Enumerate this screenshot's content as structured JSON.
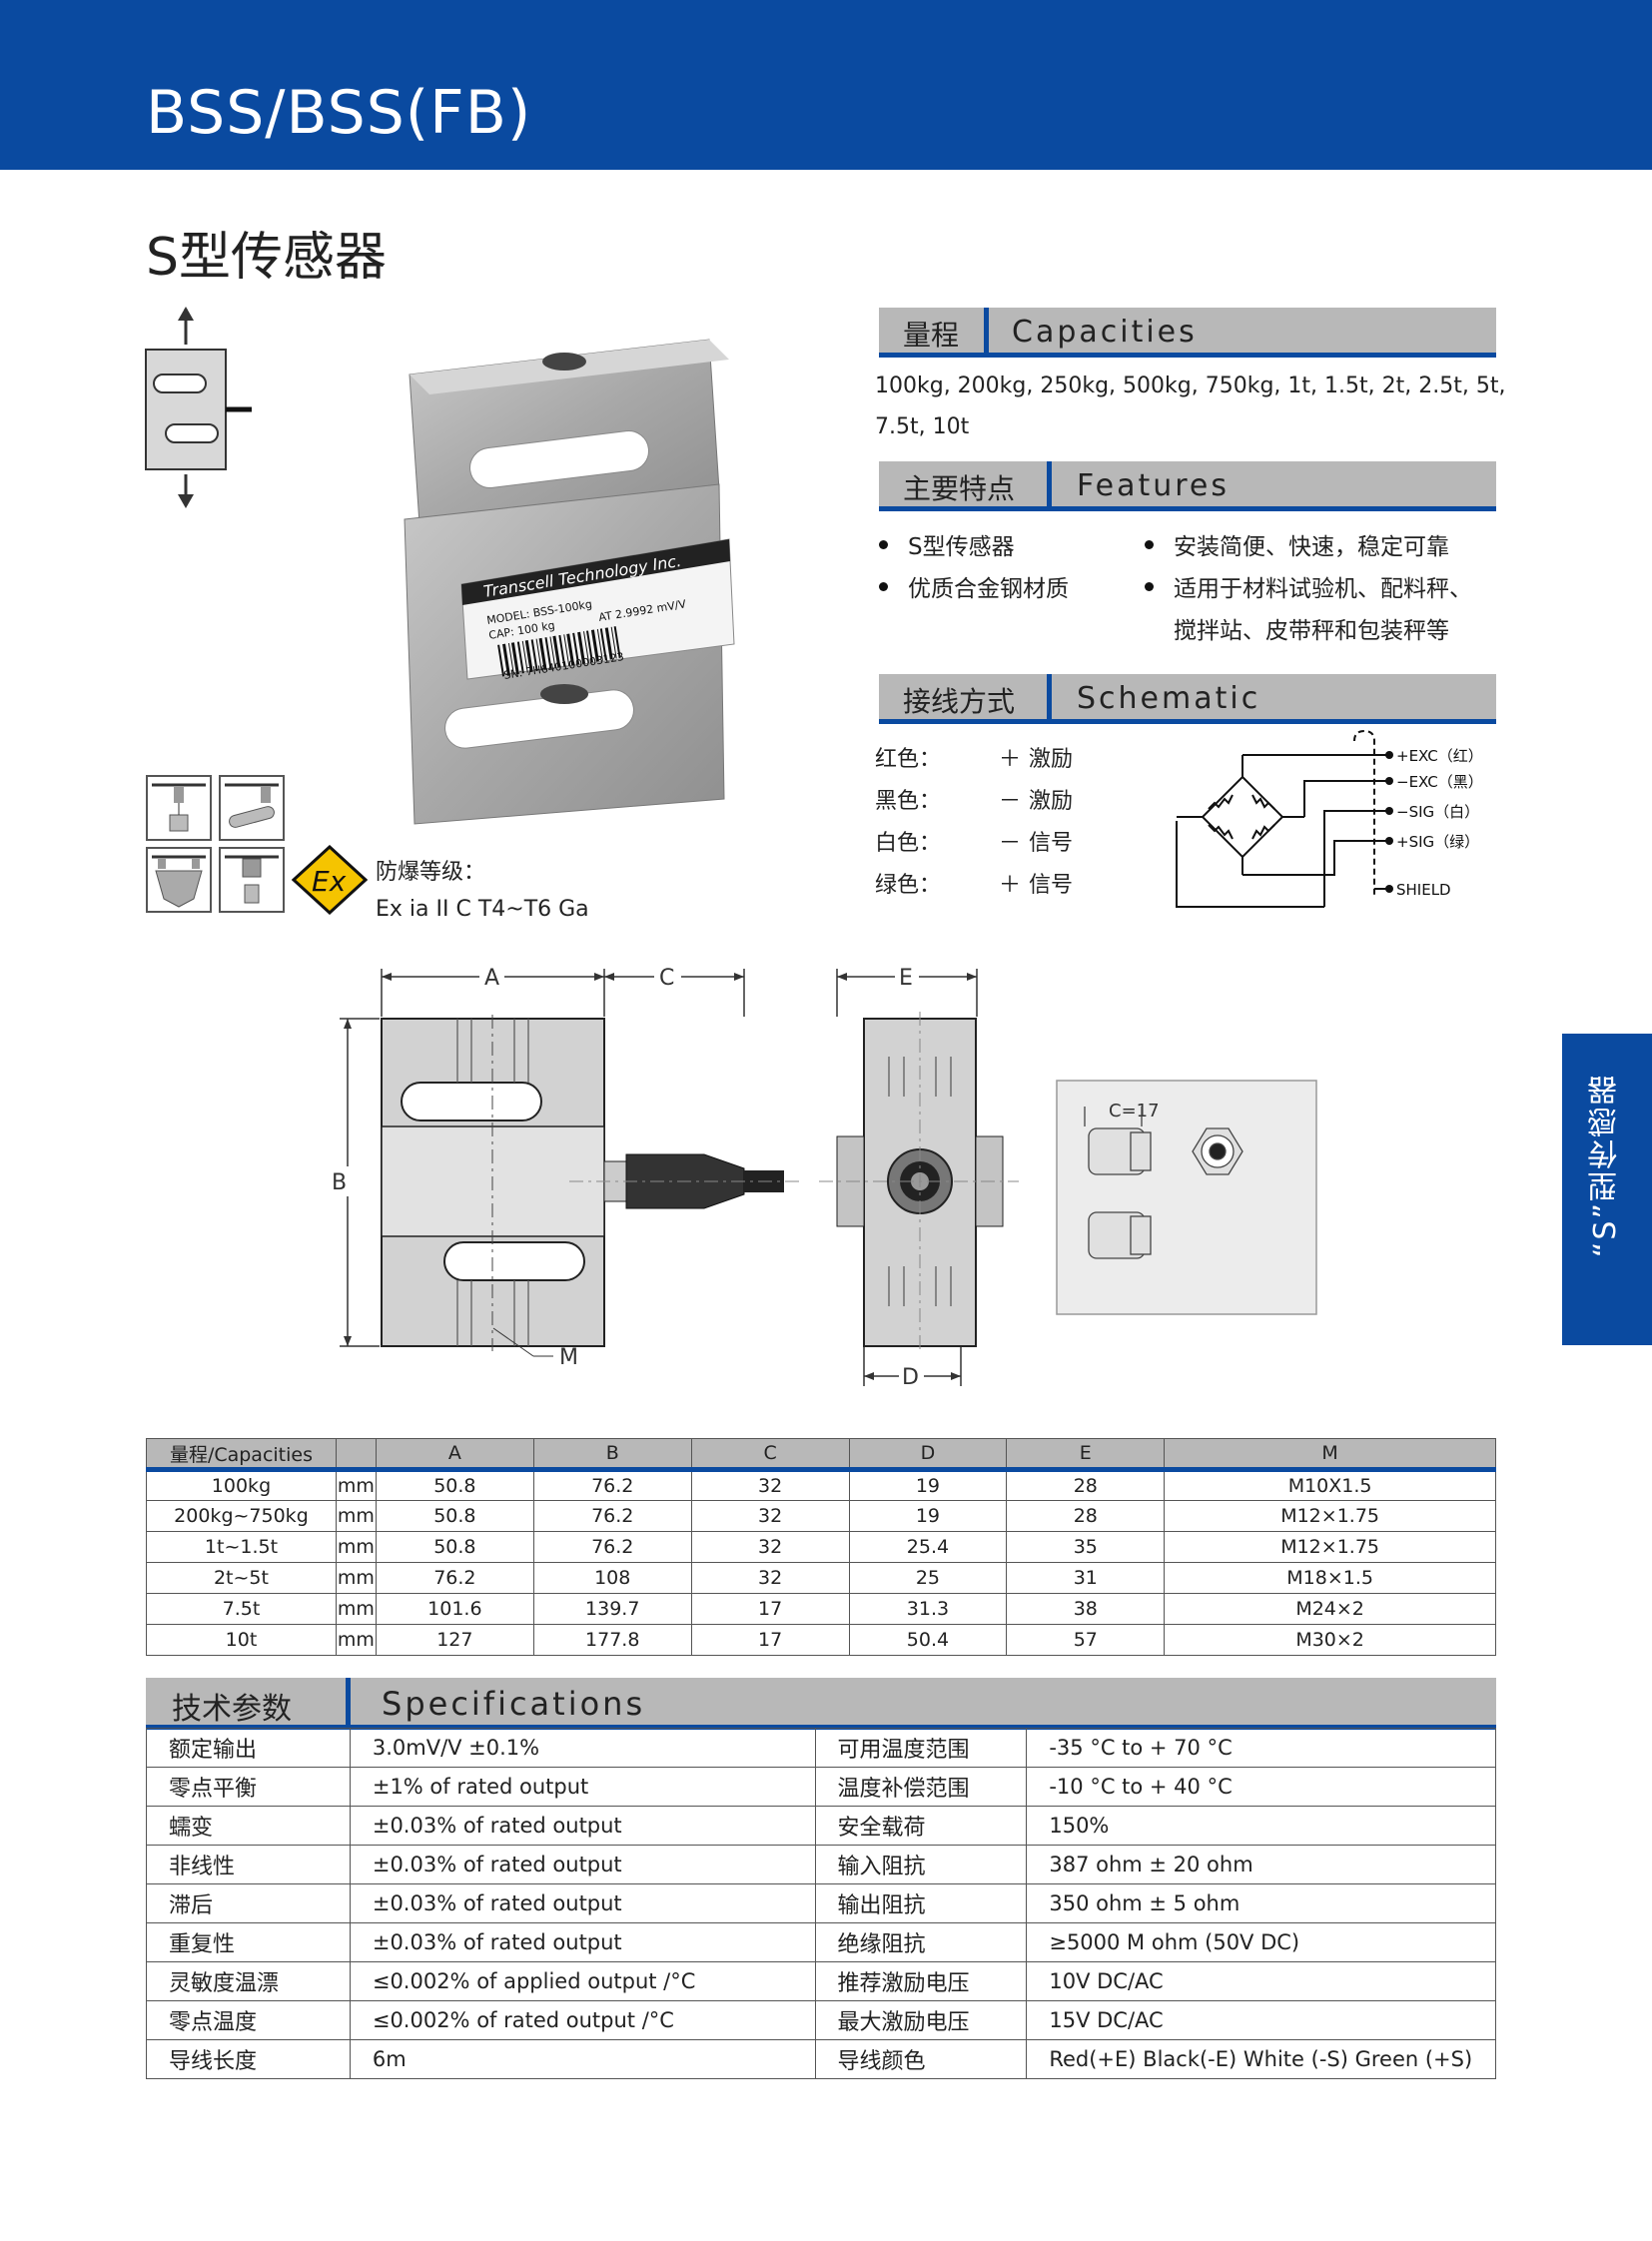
{
  "header": {
    "title": "BSS/BSS(FB)",
    "subtitle": "S型传感器"
  },
  "side_tab": {
    "label": "“S”型传感器"
  },
  "capacities": {
    "zh": "量程",
    "en": "Capacities",
    "line1": "100kg, 200kg, 250kg, 500kg, 750kg, 1t, 1.5t, 2t, 2.5t, 5t,",
    "line2": "7.5t, 10t"
  },
  "features": {
    "zh": "主要特点",
    "en": "Features",
    "items": [
      "S型传感器",
      "优质合金钢材质",
      "安装简便、快速，稳定可靠",
      "适用于材料试验机、配料秤、",
      "搅拌站、皮带秤和包装秤等"
    ]
  },
  "schematic": {
    "zh": "接线方式",
    "en": "Schematic",
    "wires": [
      {
        "color": "红色：",
        "sign": "＋",
        "func": "激励"
      },
      {
        "color": "黑色：",
        "sign": "－",
        "func": "激励"
      },
      {
        "color": "白色：",
        "sign": "－",
        "func": "信号"
      },
      {
        "color": "绿色：",
        "sign": "＋",
        "func": "信号"
      }
    ],
    "terminals": [
      "+EXC（红）",
      "−EXC（黑）",
      "−SIG（白）",
      "+SIG（绿）",
      "SHIELD"
    ]
  },
  "product_label": {
    "brand": "Transcell Technology Inc.",
    "model": "MODEL: BSS-100kg",
    "cap": "CAP: 100 kg",
    "at": "AT 2.9992 mV/V",
    "sn": "SN: 7H640100003123"
  },
  "explosion": {
    "label": "防爆等级：",
    "rating": "Ex ia  II C T4~T6 Ga",
    "symbol": "Ex"
  },
  "drawing": {
    "labels": {
      "A": "A",
      "B": "B",
      "C": "C",
      "E": "E",
      "D": "D",
      "M": "M"
    },
    "detail": "C=17"
  },
  "dimensions": {
    "headers": [
      "量程/Capacities",
      "",
      "A",
      "B",
      "C",
      "D",
      "E",
      "M"
    ],
    "rows": [
      [
        "100kg",
        "mm",
        "50.8",
        "76.2",
        "32",
        "19",
        "28",
        "M10X1.5"
      ],
      [
        "200kg~750kg",
        "mm",
        "50.8",
        "76.2",
        "32",
        "19",
        "28",
        "M12×1.75"
      ],
      [
        "1t~1.5t",
        "mm",
        "50.8",
        "76.2",
        "32",
        "25.4",
        "35",
        "M12×1.75"
      ],
      [
        "2t~5t",
        "mm",
        "76.2",
        "108",
        "32",
        "25",
        "31",
        "M18×1.5"
      ],
      [
        "7.5t",
        "mm",
        "101.6",
        "139.7",
        "17",
        "31.3",
        "38",
        "M24×2"
      ],
      [
        "10t",
        "mm",
        "127",
        "177.8",
        "17",
        "50.4",
        "57",
        "M30×2"
      ]
    ]
  },
  "specifications": {
    "zh": "技术参数",
    "en": "Specifications",
    "rows": [
      [
        "额定输出",
        "3.0mV/V ±0.1%",
        "可用温度范围",
        "-35 °C to + 70 °C"
      ],
      [
        "零点平衡",
        "±1% of rated output",
        "温度补偿范围",
        "-10 °C to + 40 °C"
      ],
      [
        "蠕变",
        "±0.03% of rated output",
        "安全载荷",
        "150%"
      ],
      [
        "非线性",
        "±0.03% of rated output",
        "输入阻抗",
        "387 ohm ± 20 ohm"
      ],
      [
        "滞后",
        "±0.03% of rated output",
        "输出阻抗",
        "350 ohm ± 5 ohm"
      ],
      [
        "重复性",
        "±0.03% of rated output",
        "绝缘阻抗",
        "≥5000 M ohm  (50V DC)"
      ],
      [
        "灵敏度温漂",
        "≤0.002% of applied output /°C",
        "推荐激励电压",
        "10V DC/AC"
      ],
      [
        "零点温度",
        "≤0.002% of rated output /°C",
        "最大激励电压",
        "15V DC/AC"
      ],
      [
        "导线长度",
        "6m",
        "导线颜色",
        "Red(+E)   Black(-E)   White (-S)   Green (+S)"
      ]
    ]
  },
  "colors": {
    "brand_blue": "#0a4aa0",
    "header_gray": "#b8b8b8",
    "ex_yellow": "#f5c400"
  }
}
